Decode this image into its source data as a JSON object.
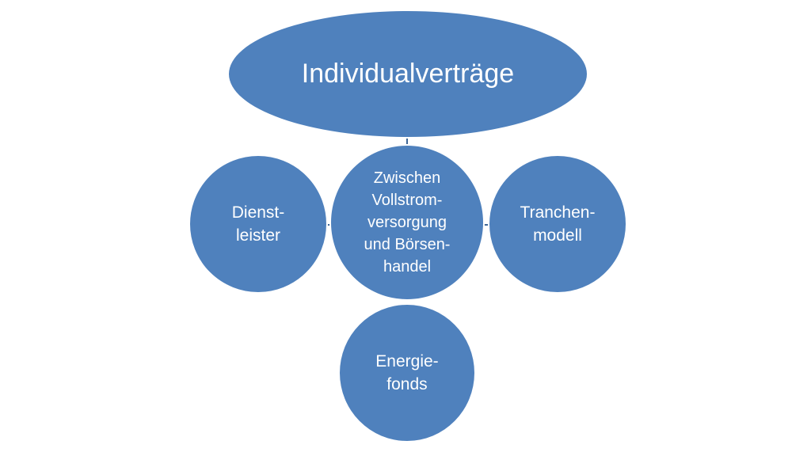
{
  "diagram": {
    "top": {
      "label": "Individualverträge"
    },
    "center": {
      "label": "Zwischen\nVollstrom-\nversorgung\nund Börsen-\nhandel"
    },
    "left": {
      "label": "Dienst-\nleister"
    },
    "right": {
      "label": "Tranchen-\nmodell"
    },
    "bottom": {
      "label": "Energie-\nfonds"
    }
  },
  "colors": {
    "node_fill": "#4f81bd",
    "node_border": "#ffffff",
    "text": "#ffffff",
    "connector": "#3e6797"
  }
}
